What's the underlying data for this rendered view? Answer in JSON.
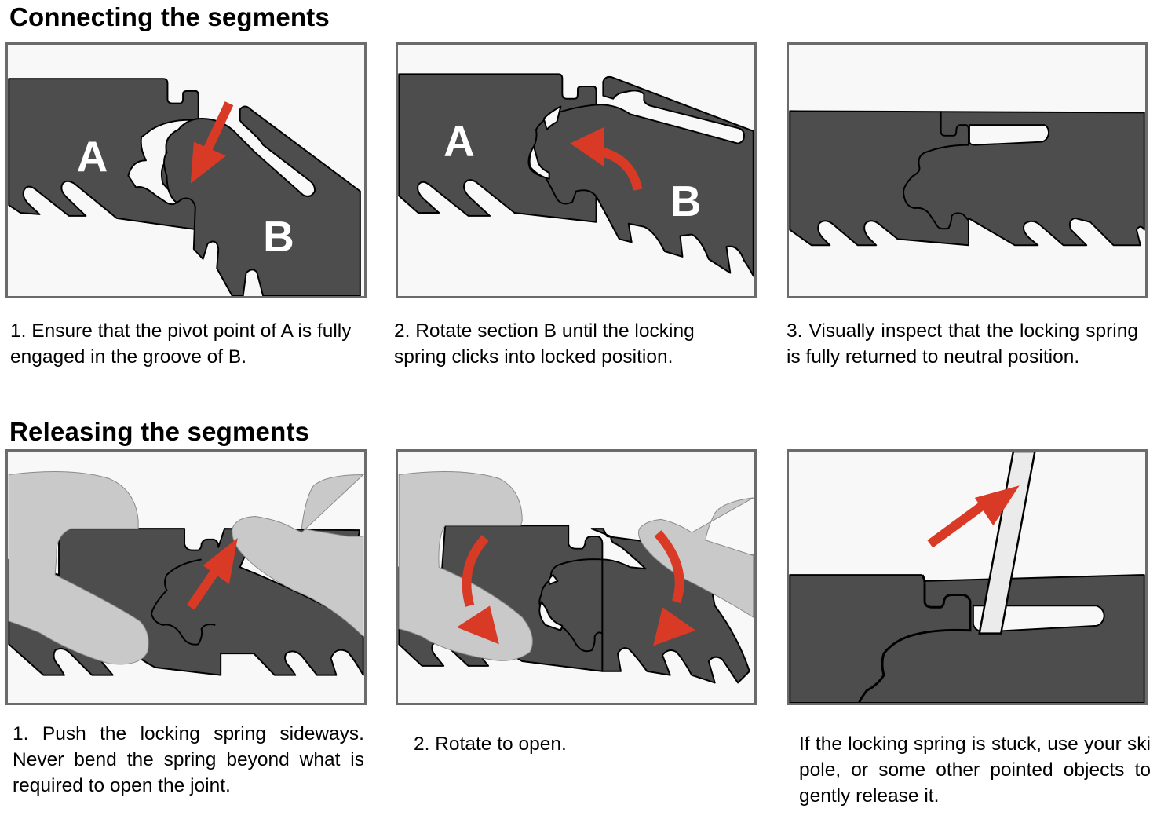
{
  "sections": {
    "connecting": {
      "title": "Connecting the segments",
      "steps": [
        {
          "caption": "1. Ensure that the pivot point of A is fully engaged in the groove of B.",
          "labels": [
            "A",
            "B"
          ]
        },
        {
          "caption": "2. Rotate section B until the locking spring clicks into locked position.",
          "labels": [
            "A",
            "B"
          ]
        },
        {
          "caption": "3. Visually inspect that the locking spring is fully returned to neutral position."
        }
      ]
    },
    "releasing": {
      "title": "Releasing the segments",
      "steps": [
        {
          "caption": "1. Push the locking spring sideways. Never bend the spring beyond what is required to open the joint."
        },
        {
          "caption": "2. Rotate to open."
        },
        {
          "caption": "If the locking spring is stuck, use your ski pole, or some other pointed objects to gently release it."
        }
      ]
    }
  },
  "colors": {
    "segment": "#4d4d4d",
    "arrow": "#d93a26",
    "finger": "#c9c9c9",
    "frame_border": "#6b6b6b",
    "frame_background": "#f8f8f8"
  }
}
